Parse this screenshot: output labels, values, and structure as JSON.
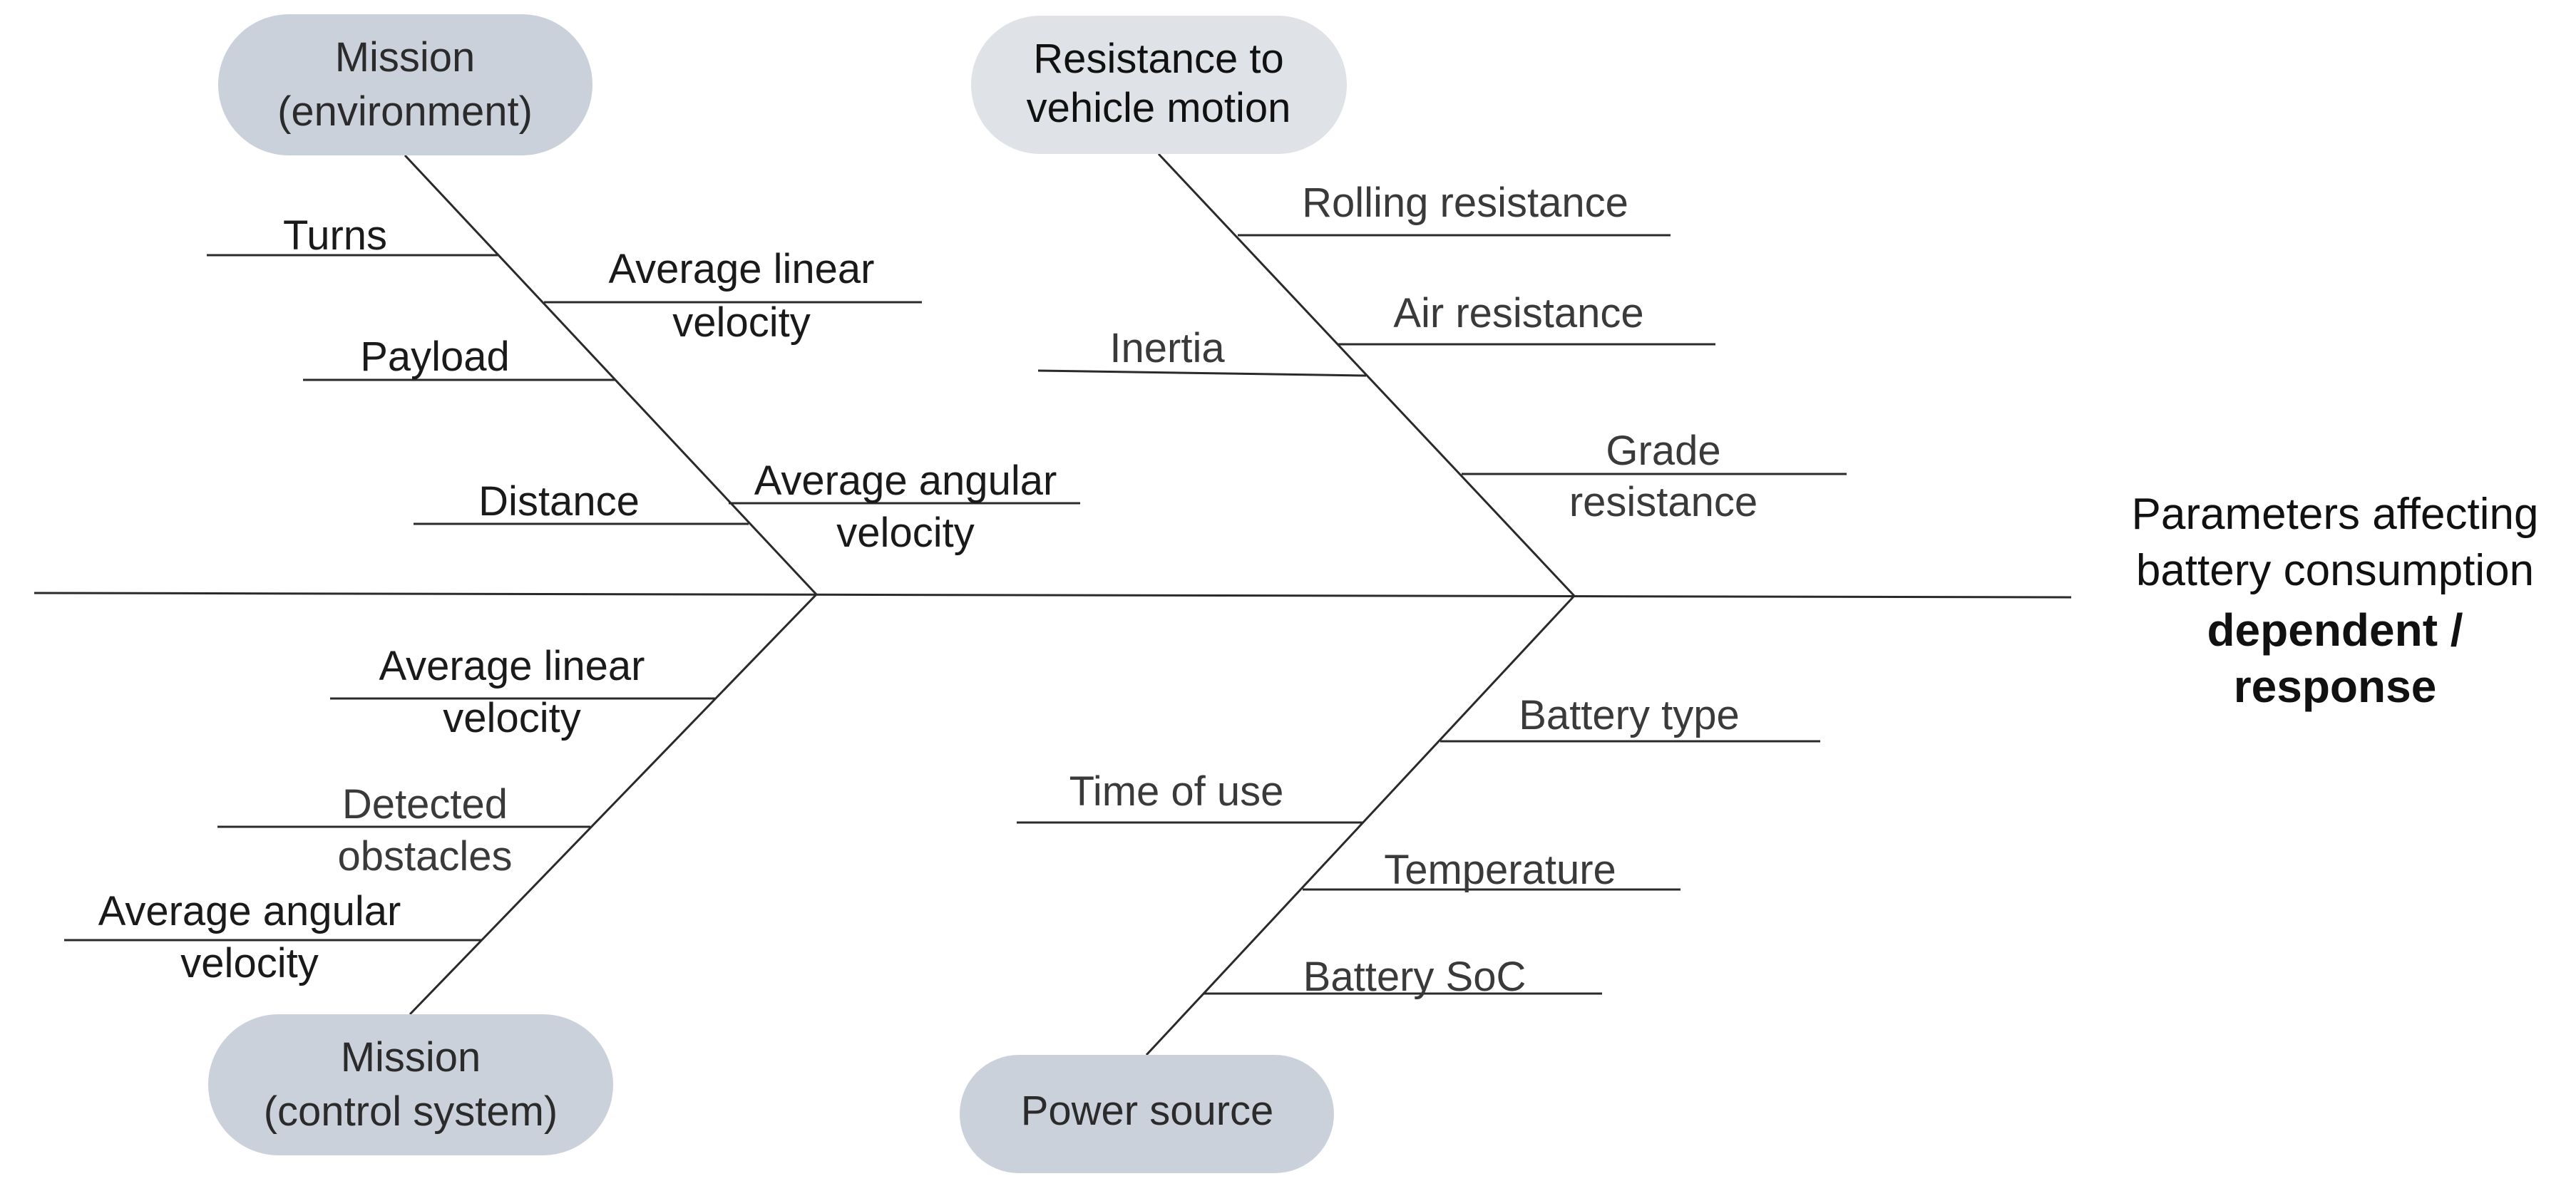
{
  "effect": {
    "line1": "Parameters affecting",
    "line2": "battery consumption",
    "line3": "dependent /",
    "line4": "response"
  },
  "categories": {
    "mission_environment": {
      "line1": "Mission",
      "line2": "(environment)",
      "color": "#cbd1db"
    },
    "resistance": {
      "line1": "Resistance to",
      "line2": "vehicle motion",
      "color": "#dfe3e8"
    },
    "mission_control": {
      "line1": "Mission",
      "line2": "(control system)",
      "color": "#cbd1db"
    },
    "power_source": {
      "line1": "Power source",
      "color": "#cbd1db"
    }
  },
  "causes": {
    "turns": "Turns",
    "env_avg_linear_1": "Average linear",
    "env_avg_linear_2": "velocity",
    "payload": "Payload",
    "distance": "Distance",
    "env_avg_angular_1": "Average angular",
    "env_avg_angular_2": "velocity",
    "rolling": "Rolling resistance",
    "air": "Air resistance",
    "inertia": "Inertia",
    "grade_1": "Grade",
    "grade_2": "resistance",
    "ctl_avg_linear_1": "Average linear",
    "ctl_avg_linear_2": "velocity",
    "obstacles_1": "Detected",
    "obstacles_2": "obstacles",
    "ctl_avg_angular_1": "Average angular",
    "ctl_avg_angular_2": "velocity",
    "battery_type": "Battery type",
    "time_of_use": "Time of use",
    "temperature": "Temperature",
    "battery_soc": "Battery SoC"
  }
}
